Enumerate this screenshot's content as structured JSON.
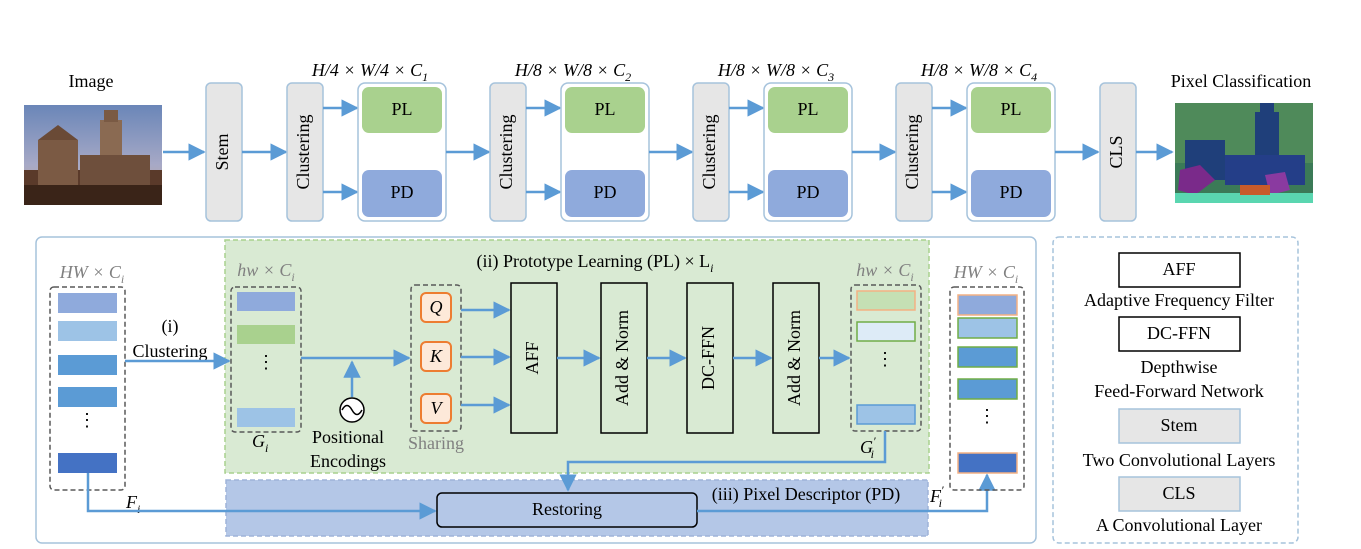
{
  "top": {
    "image_label": "Image",
    "output_label": "Pixel Classification",
    "stem_label": "Stem",
    "cls_label": "CLS",
    "clustering_label": "Clustering",
    "pl_label": "PL",
    "pd_label": "PD",
    "stages": [
      {
        "dims": "H/4 × W/4 × C",
        "sub": "1"
      },
      {
        "dims": "H/8 × W/8 × C",
        "sub": "2"
      },
      {
        "dims": "H/8 × W/8 × C",
        "sub": "3"
      },
      {
        "dims": "H/8 × W/8 × C",
        "sub": "4"
      }
    ]
  },
  "detail": {
    "input_dims": "HW × C",
    "input_sub": "i",
    "input_name": "F",
    "input_name_sub": "i",
    "clustering_step_num": "(i)",
    "clustering_step": "Clustering",
    "proto_dims": "hw × C",
    "proto_sub": "i",
    "proto_name": "G",
    "proto_name_sub": "i",
    "pos_enc_1": "Positional",
    "pos_enc_2": "Encodings",
    "q": "Q",
    "k": "K",
    "v": "V",
    "sharing": "Sharing",
    "pl_title": "(ii) Prototype Learning (PL) × L",
    "pl_title_sub": "i",
    "aff": "AFF",
    "add_norm_1": "Add & Norm",
    "dc_ffn": "DC-FFN",
    "add_norm_2": "Add & Norm",
    "out_proto_dims": "hw × C",
    "out_proto_sub": "i",
    "out_proto_name": "G",
    "out_proto_name_sub": "i",
    "output_dims": "HW × C",
    "output_sub": "i",
    "output_name": "F",
    "output_name_sub": "i",
    "restoring": "Restoring",
    "pd_title": "(iii) Pixel Descriptor (PD)",
    "ellipsis": "⋮"
  },
  "legend": {
    "aff_box": "AFF",
    "aff_desc": "Adaptive Frequency Filter",
    "dcffn_box": "DC-FFN",
    "dcffn_desc_1": "Depthwise",
    "dcffn_desc_2": "Feed-Forward Network",
    "stem_box": "Stem",
    "stem_desc": "Two Convolutional Layers",
    "cls_box": "CLS",
    "cls_desc": "A Convolutional Layer"
  },
  "colors": {
    "arrow": "#5b9bd5",
    "gray_box": "#e6e6e6",
    "gray_border": "#a6c3dc",
    "pl_green": "#a9d18e",
    "pd_blue": "#8faadc",
    "pl_region": "#d9ead3",
    "pd_region": "#b4c7e7",
    "qkv_orange": "#ed7d31"
  }
}
